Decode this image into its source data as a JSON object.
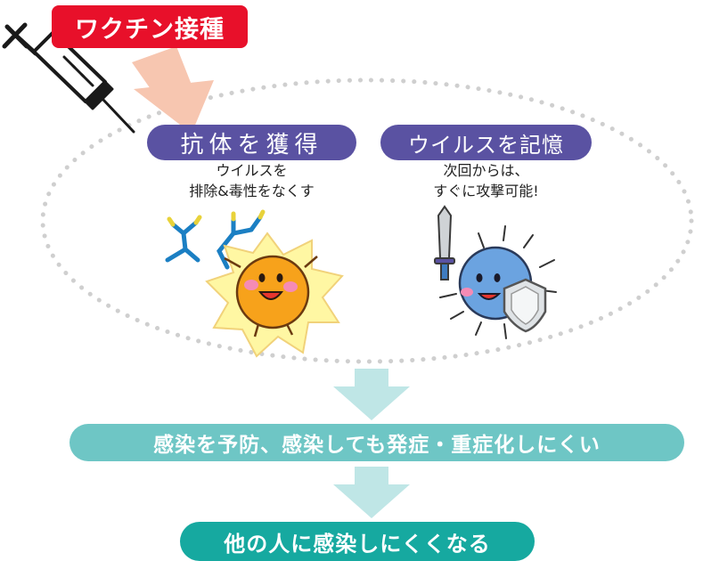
{
  "title": {
    "label": "ワクチン接種"
  },
  "antibody": {
    "label": "抗体を獲得",
    "desc_line1": "ウイルスを",
    "desc_line2": "排除&毒性をなくす"
  },
  "memory": {
    "label": "ウイルスを記憶",
    "desc_line1": "次回からは、",
    "desc_line2": "すぐに攻撃可能!"
  },
  "result1": {
    "label": "感染を予防、感染しても発症・重症化しにくい"
  },
  "result2": {
    "label": "他の人に感染しにくくなる"
  },
  "colors": {
    "title_red": "#e8102a",
    "purple": "#5a52a2",
    "teal_light": "#6ec6c5",
    "teal_dark": "#16a9a0",
    "arrow_pink": "#f7c6b0",
    "arrow_teal": "#bfe6e6"
  },
  "icons": [
    "syringe-icon",
    "antibody-icon",
    "sun-virus-character-icon",
    "blue-virus-character-icon",
    "sword-icon",
    "shield-icon"
  ]
}
